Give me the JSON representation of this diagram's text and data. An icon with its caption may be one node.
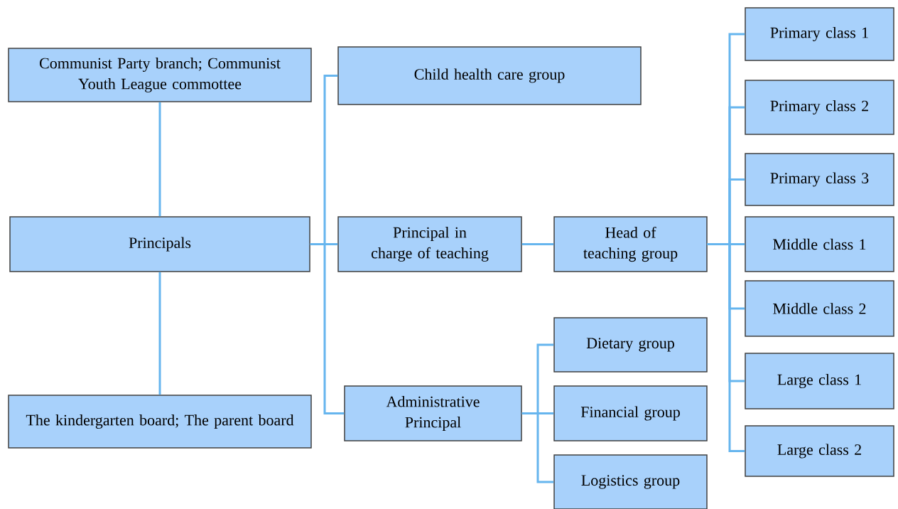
{
  "diagram": {
    "nodes": [
      {
        "text": [
          "Communist Party branch; Communist Youth League commottee"
        ]
      },
      {
        "text": [
          "Principals"
        ]
      },
      {
        "text": [
          "The kindergarten board; The parent board"
        ]
      },
      {
        "text": [
          "Child health care group"
        ]
      },
      {
        "text": [
          "Principal in charge of teaching"
        ]
      },
      {
        "text": [
          "Administrative Principal"
        ]
      },
      {
        "text": [
          "Head of teaching group"
        ]
      },
      {
        "text": [
          "Dietary group"
        ]
      },
      {
        "text": [
          "Financial group"
        ]
      },
      {
        "text": [
          "Logistics group"
        ]
      },
      {
        "text": [
          "Primary class 1"
        ]
      },
      {
        "text": [
          "Primary class 2"
        ]
      },
      {
        "text": [
          "Primary class 3"
        ]
      },
      {
        "text": [
          "Middle class 1"
        ]
      },
      {
        "text": [
          "Middle class 2"
        ]
      },
      {
        "text": [
          "Large class 1"
        ]
      },
      {
        "text": [
          "Large class 2"
        ]
      }
    ],
    "edges": [
      {
        "from": 0,
        "to": 1,
        "arrow": "none"
      },
      {
        "from": 1,
        "to": 2,
        "arrow": "none"
      },
      {
        "from": 1,
        "to": 3,
        "arrow": "none"
      },
      {
        "from": 1,
        "to": 4,
        "arrow": "none"
      },
      {
        "from": 1,
        "to": 5,
        "arrow": "none"
      },
      {
        "from": 4,
        "to": 6,
        "arrow": "none"
      },
      {
        "from": 5,
        "to": 7,
        "arrow": "none"
      },
      {
        "from": 5,
        "to": 8,
        "arrow": "none"
      },
      {
        "from": 5,
        "to": 9,
        "arrow": "none"
      },
      {
        "from": 6,
        "to": 10,
        "arrow": "none"
      },
      {
        "from": 6,
        "to": 11,
        "arrow": "none"
      },
      {
        "from": 6,
        "to": 12,
        "arrow": "none"
      },
      {
        "from": 6,
        "to": 13,
        "arrow": "none"
      },
      {
        "from": 6,
        "to": 14,
        "arrow": "none"
      },
      {
        "from": 6,
        "to": 15,
        "arrow": "none"
      },
      {
        "from": 6,
        "to": 16,
        "arrow": "none"
      }
    ]
  }
}
